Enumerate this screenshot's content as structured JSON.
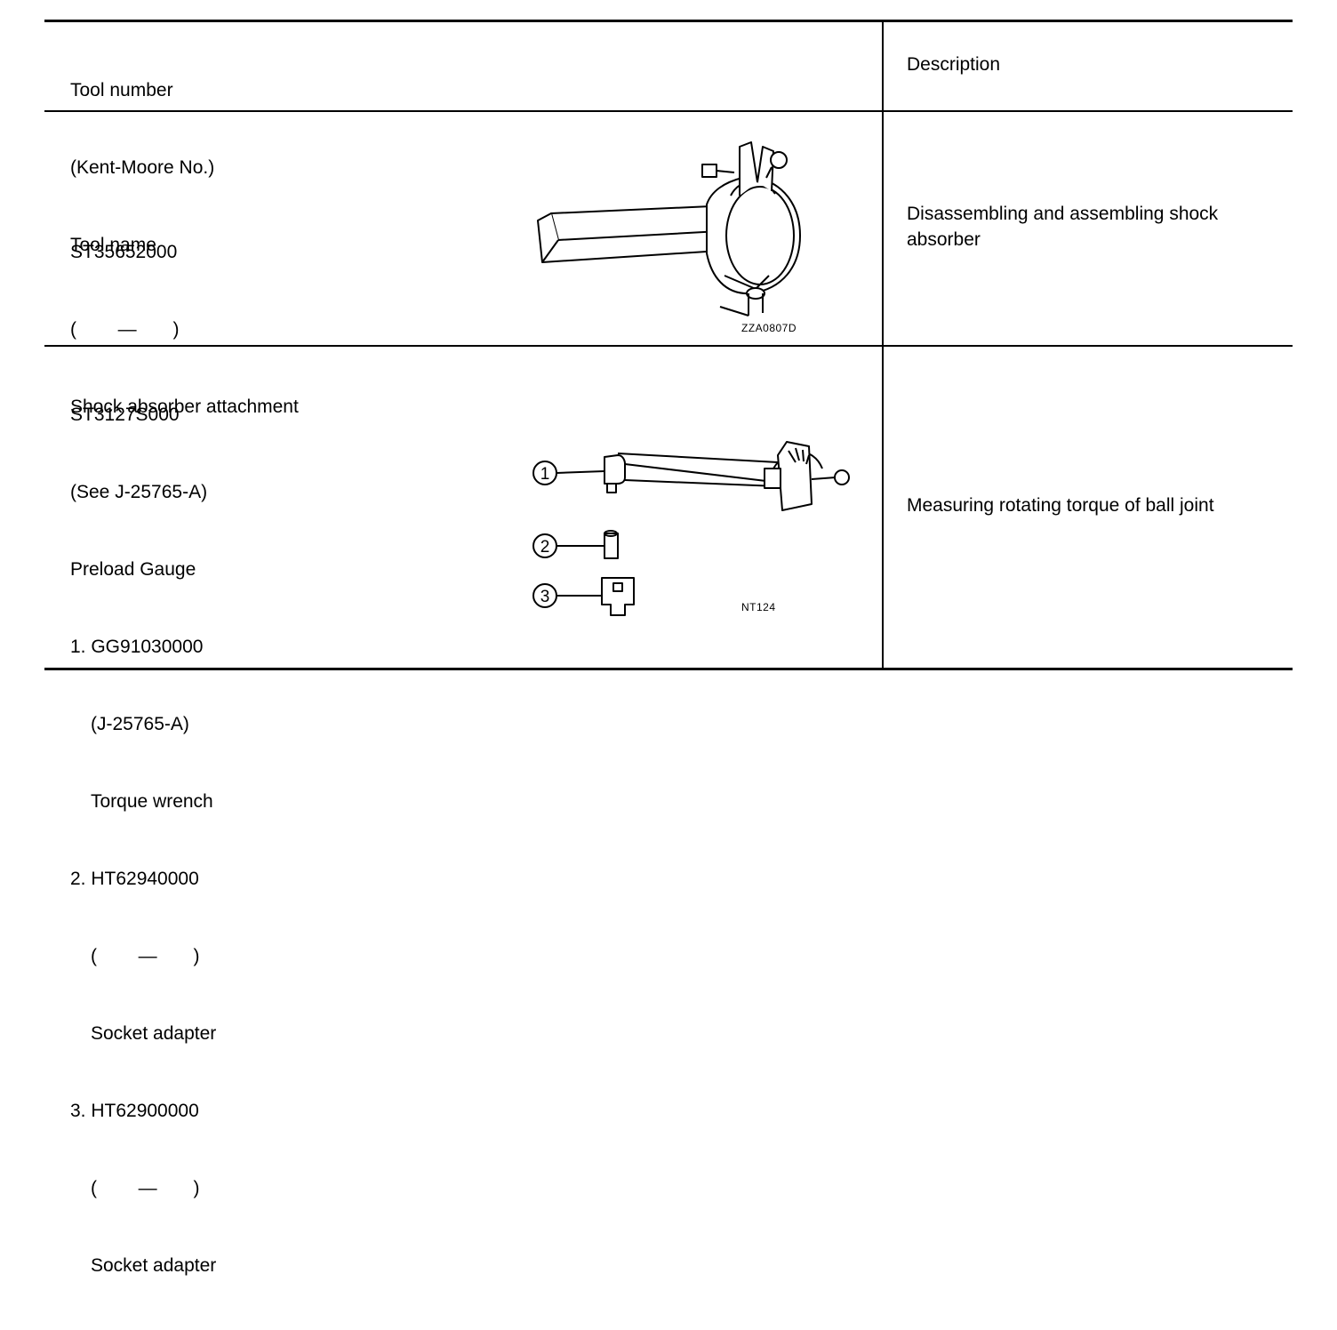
{
  "header": {
    "tool_col_lines": [
      "Tool number",
      "(Kent-Moore No.)",
      "Tool name"
    ],
    "description_col": "Description"
  },
  "rows": [
    {
      "tool_number": "ST35652000",
      "kent_moore": "(        —       )",
      "tool_name": "Shock absorber attachment",
      "image_code": "ZZA0807D",
      "image_icon": "shock-absorber-attachment-illustration",
      "description": "Disassembling and assembling shock absorber"
    },
    {
      "tool_number": "ST3127S000",
      "kent_moore": "(See J-25765-A)",
      "tool_name": "Preload Gauge",
      "parts": [
        {
          "line1": "1. GG91030000",
          "line2": "(J-25765-A)",
          "line3": "Torque wrench"
        },
        {
          "line1": "2. HT62940000",
          "line2": "(        —       )",
          "line3": "Socket adapter"
        },
        {
          "line1": "3. HT62900000",
          "line2": "(        —       )",
          "line3": "Socket adapter"
        }
      ],
      "callouts": [
        "1",
        "2",
        "3"
      ],
      "image_code": "NT124",
      "image_icon": "preload-gauge-illustration",
      "description": "Measuring rotating torque of ball joint"
    }
  ]
}
